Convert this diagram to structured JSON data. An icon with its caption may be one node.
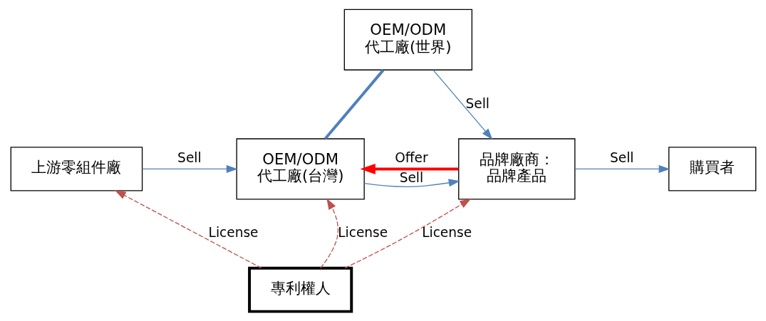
{
  "diagram": {
    "nodes": [
      {
        "text": [
          "上游零組件廠"
        ]
      },
      {
        "text": [
          "OEM/ODM",
          "代工廠(世界)"
        ]
      },
      {
        "text": [
          "OEM/ODM",
          "代工廠(台灣)"
        ]
      },
      {
        "text": [
          "品牌廠商：",
          "品牌產品"
        ]
      },
      {
        "text": [
          "購買者"
        ]
      },
      {
        "text": [
          "專利權人"
        ]
      }
    ],
    "edges": [
      {
        "from": 0,
        "to": 2,
        "arrow": "to",
        "label": "Sell"
      },
      {
        "from": 2,
        "to": 3,
        "arrow": "to",
        "label": "Sell"
      },
      {
        "from": 3,
        "to": 4,
        "arrow": "to",
        "label": "Sell"
      },
      {
        "from": 1,
        "to": 3,
        "arrow": "to",
        "label": "Sell"
      },
      {
        "from": 1,
        "to": 2,
        "arrow": "none",
        "style": "thick"
      },
      {
        "from": 3,
        "to": 2,
        "arrow": "to",
        "label": "Offer",
        "style": "thick",
        "color": "#ff0000"
      },
      {
        "from": 5,
        "to": 0,
        "arrow": "to",
        "label": "License",
        "style": "dashed",
        "color": "#c0504d"
      },
      {
        "from": 5,
        "to": 2,
        "arrow": "to",
        "label": "License",
        "style": "dashed",
        "color": "#c0504d"
      },
      {
        "from": 5,
        "to": 3,
        "arrow": "to",
        "label": "License",
        "style": "dashed",
        "color": "#c0504d"
      }
    ]
  }
}
